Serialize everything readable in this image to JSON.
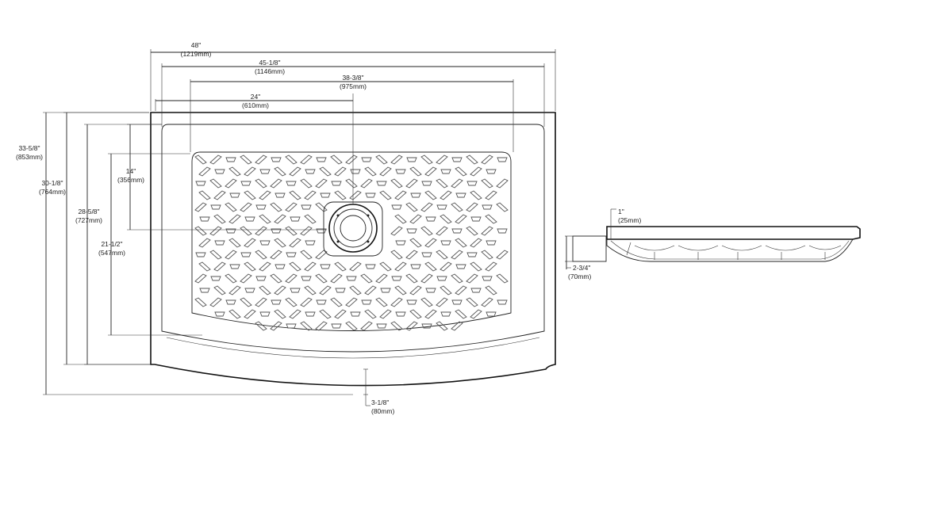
{
  "plan_view": {
    "width": {
      "in": "48\"",
      "mm": "(1219mm)"
    },
    "inner_width": {
      "in": "45-1/8\"",
      "mm": "(1146mm)"
    },
    "drain_to_right": {
      "in": "38-3/8\"",
      "mm": "(975mm)"
    },
    "drain_from_left": {
      "in": "24\"",
      "mm": "(610mm)"
    },
    "total_depth": {
      "in": "33-5/8\"",
      "mm": "(853mm)"
    },
    "depth_to_bow": {
      "in": "30-1/8\"",
      "mm": "(764mm)"
    },
    "inner_depth": {
      "in": "28-5/8\"",
      "mm": "(727mm)"
    },
    "texture_depth": {
      "in": "21-1/2\"",
      "mm": "(547mm)"
    },
    "drain_from_back": {
      "in": "14\"",
      "mm": "(356mm)"
    },
    "bow_depth": {
      "in": "3-1/8\"",
      "mm": "(80mm)"
    }
  },
  "side_view": {
    "rim_height": {
      "in": "1\"",
      "mm": "(25mm)"
    },
    "overall_height": {
      "in": "2-3/4\"",
      "mm": "(70mm)"
    }
  },
  "colors": {
    "line": "#222222",
    "background": "#ffffff"
  }
}
